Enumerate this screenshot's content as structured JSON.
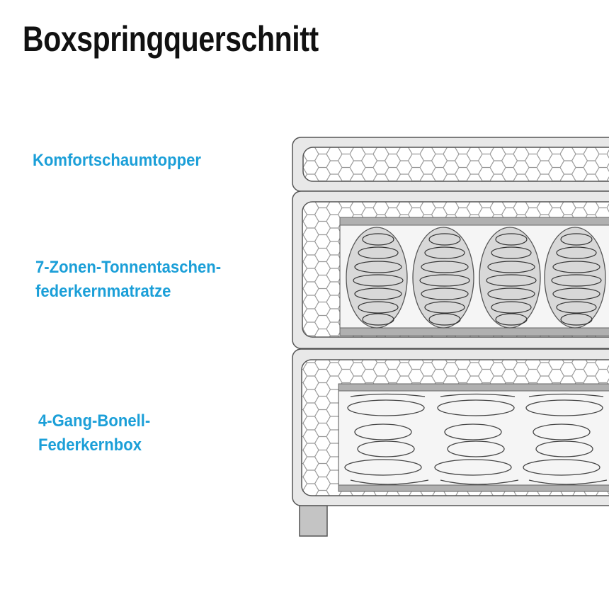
{
  "title": "Boxspringquerschnitt",
  "labels": {
    "topper": "Komfortschaumtopper",
    "mattress_line1": "7-Zonen-Tonnentaschen-",
    "mattress_line2": "federkernmatratze",
    "box_line1": "4-Gang-Bonell-",
    "box_line2": "Federkernbox"
  },
  "colors": {
    "label": "#1b9fd8",
    "frame": "#e6e6e6",
    "stroke": "#555555",
    "bar": "#b0b0b0",
    "pocket": "#d8d8d8"
  }
}
